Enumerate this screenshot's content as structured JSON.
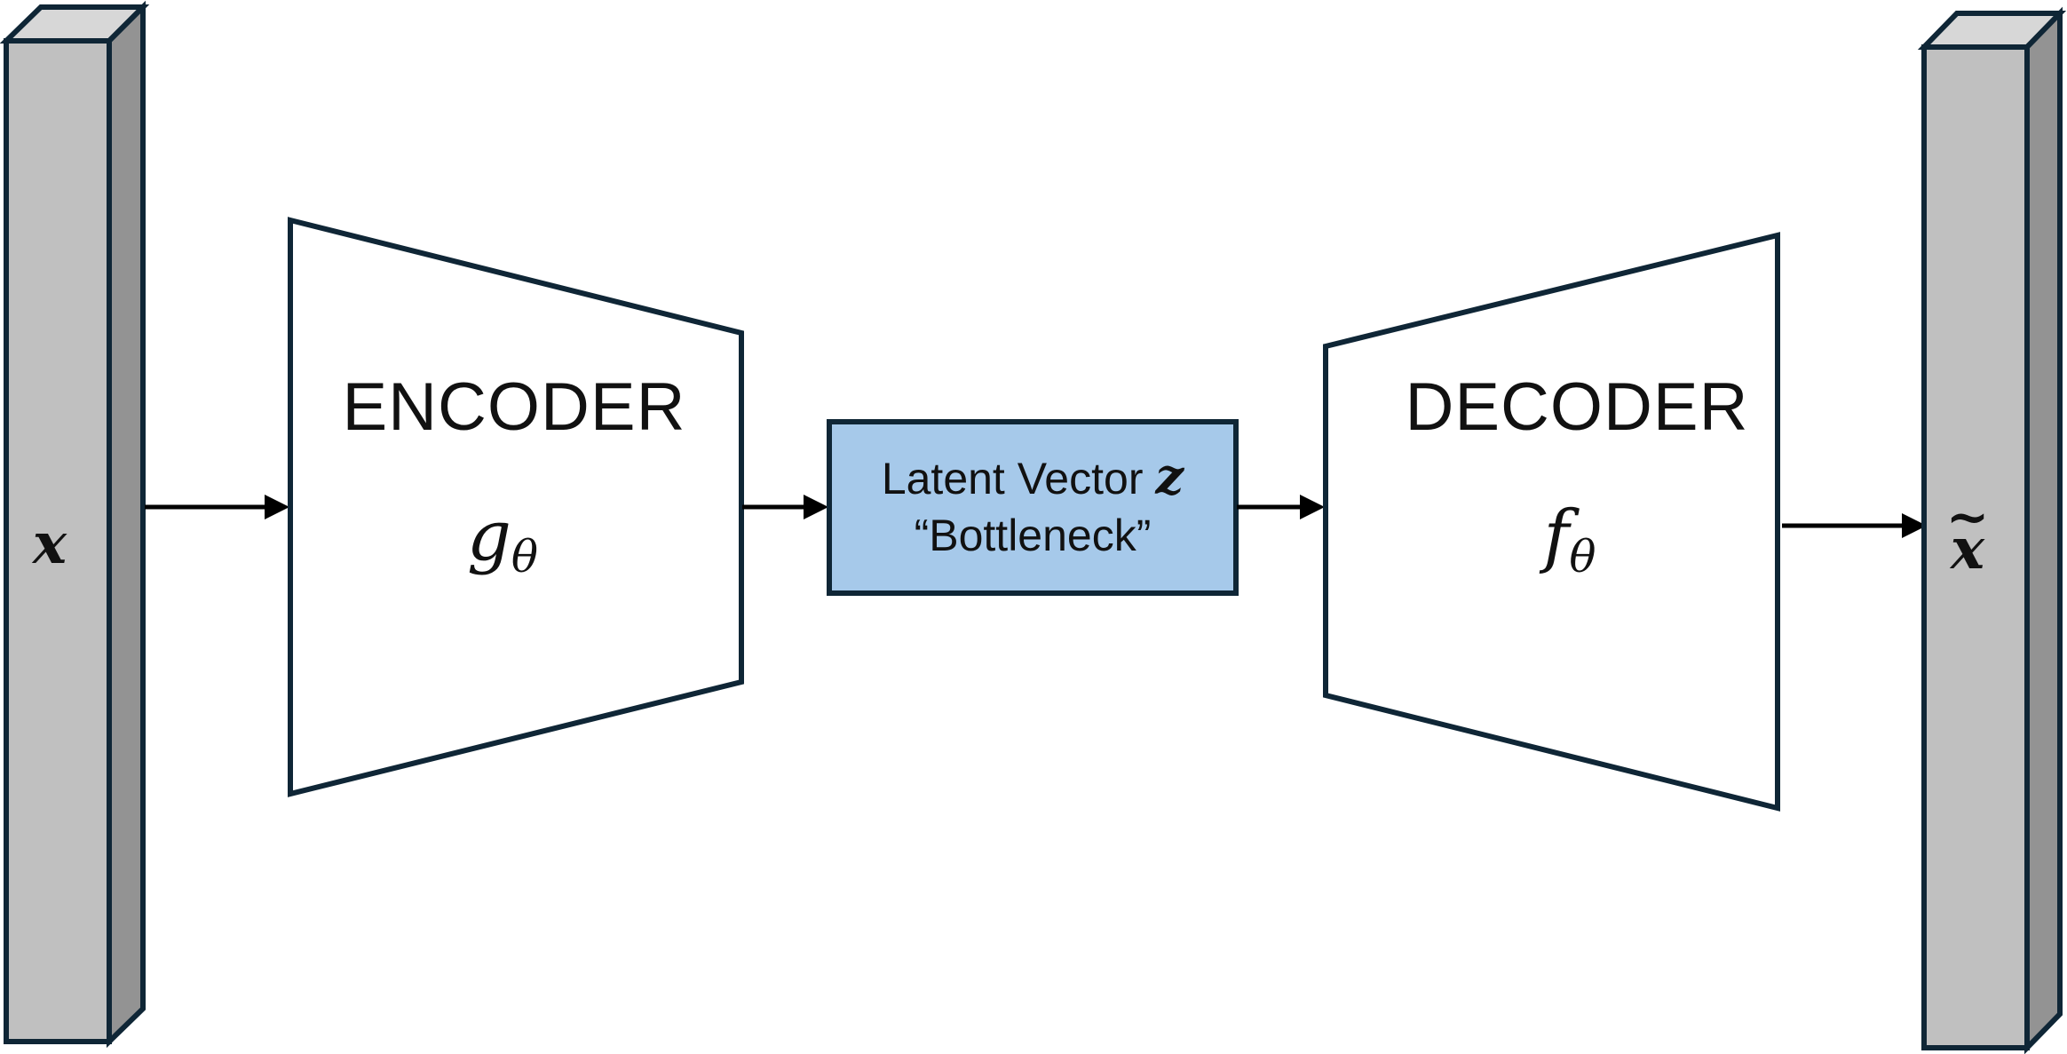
{
  "input": {
    "symbol": "x"
  },
  "encoder": {
    "title": "ENCODER",
    "function": "g",
    "subscript": "θ"
  },
  "latent": {
    "line1": "Latent Vector ",
    "symbol": "z",
    "line2": "“Bottleneck”"
  },
  "decoder": {
    "title": "DECODER",
    "function": "f",
    "subscript": "θ"
  },
  "output": {
    "symbol": "x",
    "accent": "~"
  },
  "colors": {
    "stroke": "#0f2636",
    "prism_front": "#c0c0c0",
    "prism_top": "#d7d7d7",
    "prism_side": "#939393",
    "latent_fill": "#a6c9ea"
  }
}
